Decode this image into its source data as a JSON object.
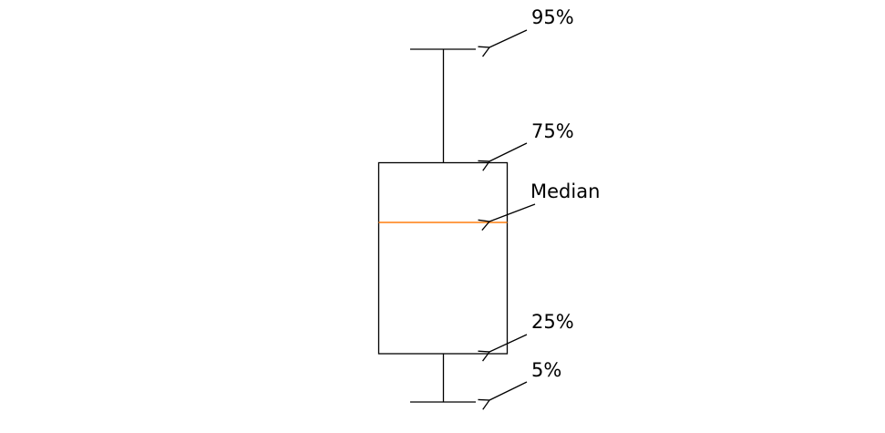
{
  "annotations": {
    "p95": "95%",
    "p75": "75%",
    "median": "Median",
    "p25": "25%",
    "p5": "5%"
  },
  "colors": {
    "median_line": "#ff7f0e",
    "box": "#000000",
    "text": "#000000"
  }
}
